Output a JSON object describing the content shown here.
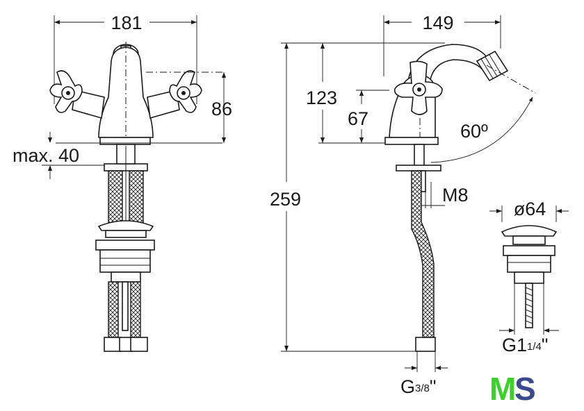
{
  "dimensions": {
    "front_width": "181",
    "front_height": "86",
    "max_deck": "max. 40",
    "side_width": "149",
    "side_total_height": "259",
    "side_spout_height": "123",
    "side_handle_height": "67",
    "swivel_angle": "60º",
    "thread_rod": "M8",
    "waste_diameter": "ø64",
    "waste_thread_main": "G1",
    "waste_thread_frac": "1/4",
    "waste_thread_quote": "\"",
    "hose_thread_main": "G",
    "hose_thread_frac": "3/8",
    "hose_thread_quote": "\""
  },
  "logo": {
    "text_m": "M",
    "text_s": "S",
    "color_m": "#3bd12a",
    "color_s": "#3b4a8c"
  }
}
